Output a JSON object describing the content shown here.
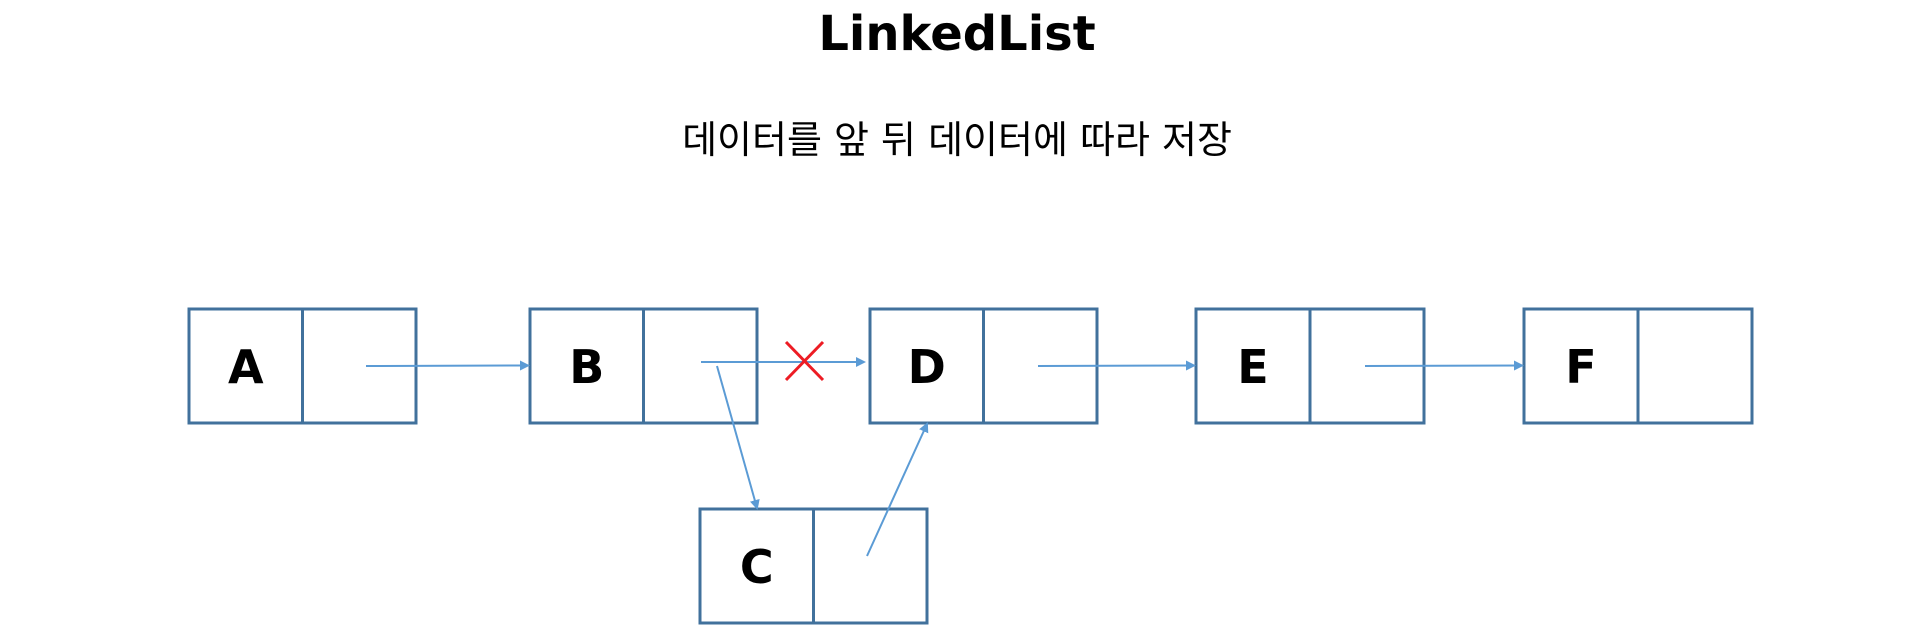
{
  "title": "LinkedList",
  "subtitle": "데이터를 앞 뒤 데이터에 따라 저장",
  "nodes": [
    {
      "id": "A",
      "label": "A"
    },
    {
      "id": "B",
      "label": "B"
    },
    {
      "id": "C",
      "label": "C"
    },
    {
      "id": "D",
      "label": "D"
    },
    {
      "id": "E",
      "label": "E"
    },
    {
      "id": "F",
      "label": "F"
    }
  ],
  "links": [
    {
      "from": "A",
      "to": "B",
      "removed": false
    },
    {
      "from": "B",
      "to": "D",
      "removed": true
    },
    {
      "from": "B",
      "to": "C",
      "removed": false
    },
    {
      "from": "C",
      "to": "D",
      "removed": false
    },
    {
      "from": "D",
      "to": "E",
      "removed": false
    },
    {
      "from": "E",
      "to": "F",
      "removed": false
    }
  ],
  "colors": {
    "box_border": "#41719c",
    "arrow": "#5b9bd5",
    "removed_mark": "#ed1c24"
  },
  "icons": {
    "removed_mark": "cross-icon"
  }
}
